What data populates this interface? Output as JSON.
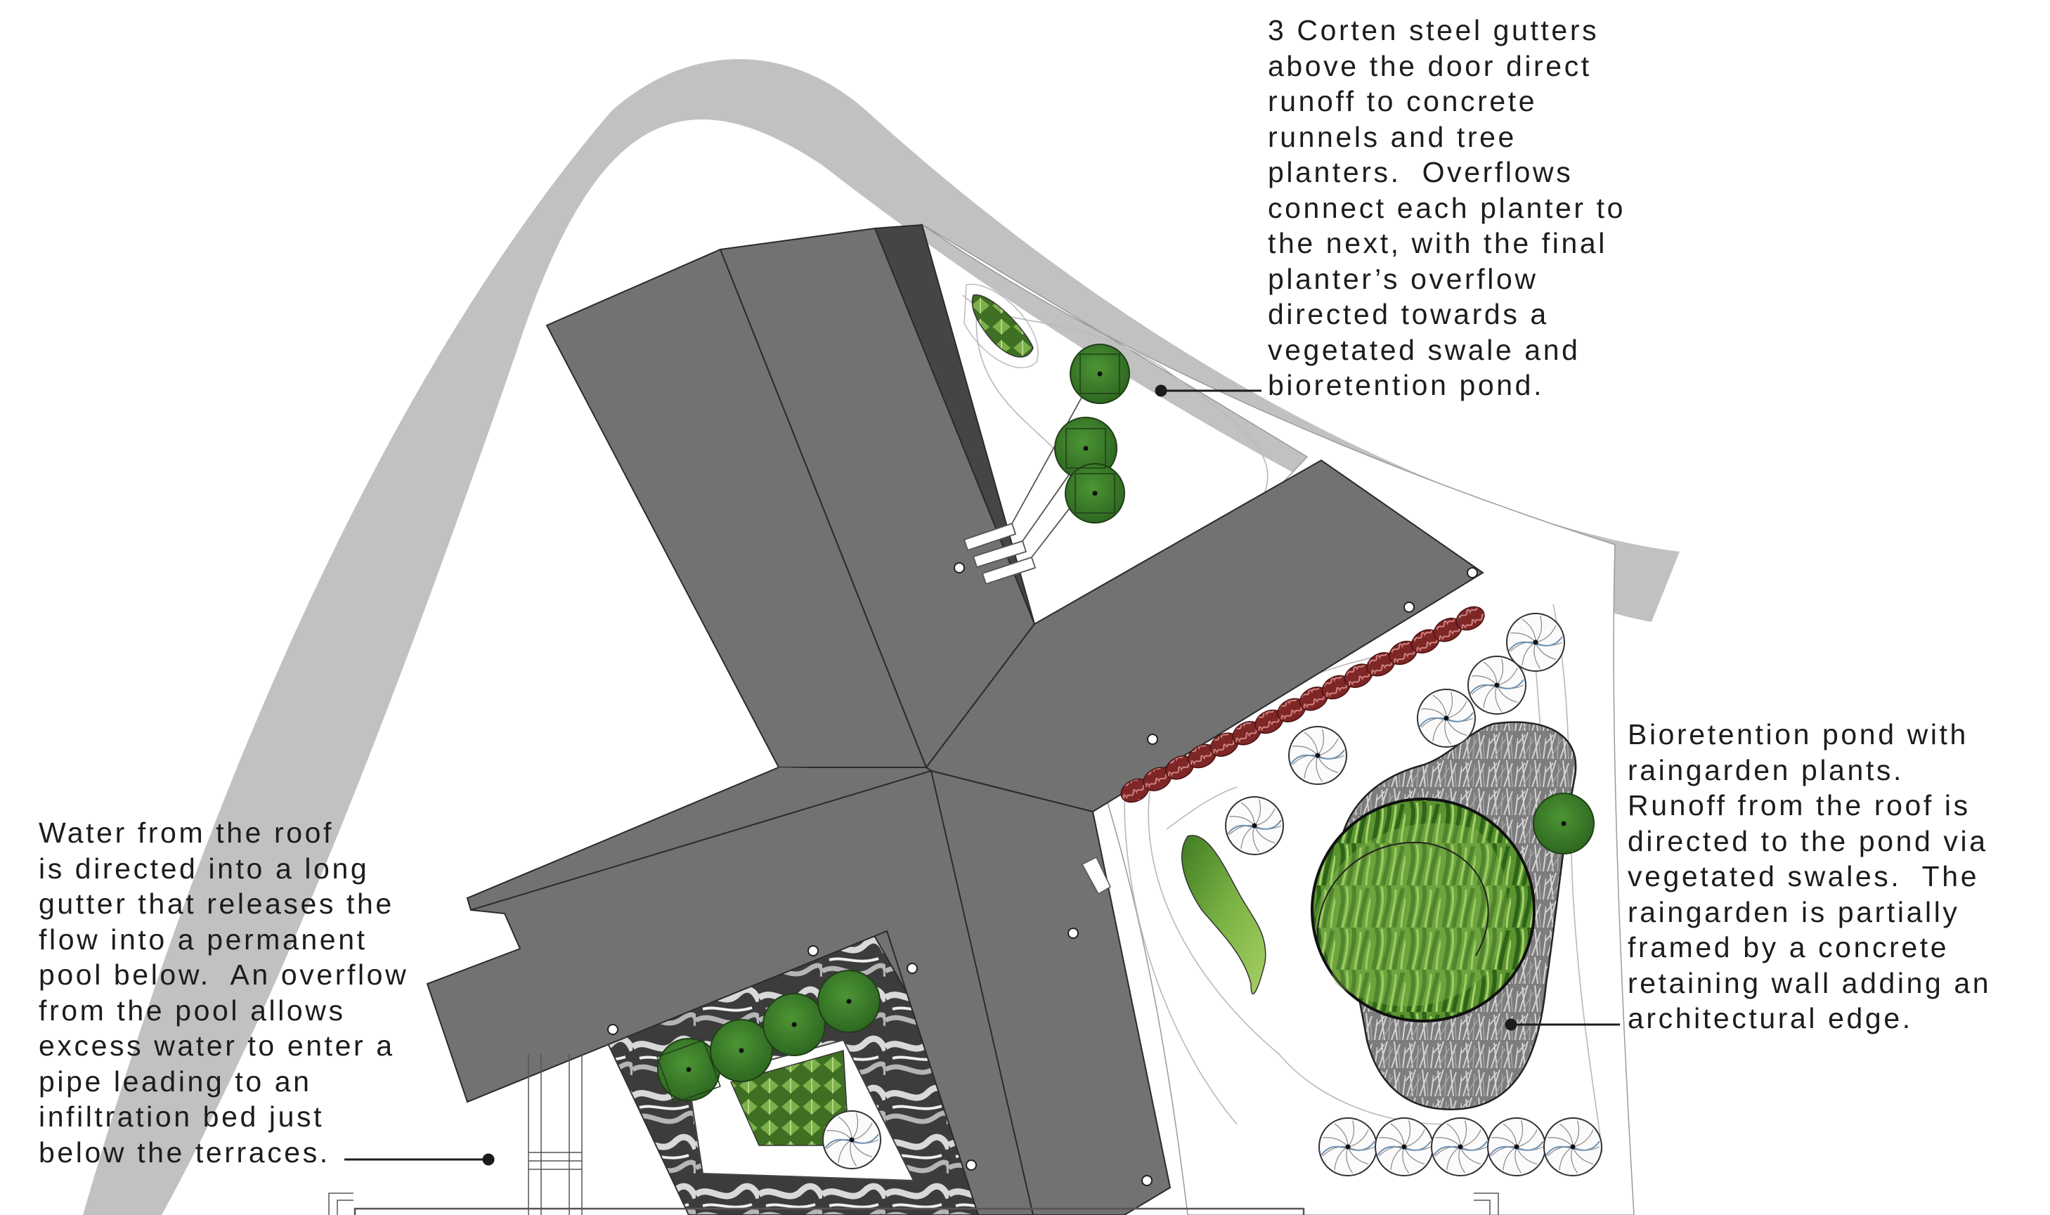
{
  "annotations": {
    "gutters": "3 Corten steel gutters\nabove the door direct\nrunoff to concrete\nrunnels and tree\nplanters.  Overflows\nconnect each planter to\nthe next, with the final\nplanter’s overflow\ndirected towards a\nvegetated swale and\nbioretention pond.",
    "pond": "Bioretention pond with\nraingarden plants.\nRunoff from the roof is\ndirected to the pond via\nvegetated swales.  The\nraingarden is partially\nframed by a concrete\nretaining wall adding an\narchitectural edge.",
    "pool": "Water from the roof\nis directed into a long\ngutter that releases the\nflow into a permanent\npool below.  An overflow\nfrom the pool allows\nexcess water to enter a\npipe leading to an\ninfiltration bed just\nbelow the terraces."
  },
  "colors": {
    "road": "#c1c1c1",
    "roof": "#727272",
    "roof_dark": "#454545",
    "tree": "#3a7d28",
    "tree_dark": "#24541b",
    "shrub": "#8e2f2f",
    "vegetation": "#6aa037",
    "water_texture": "#8c8c8c",
    "grass_texture": "#8f8f8f",
    "leader": "#1c1c1c"
  }
}
